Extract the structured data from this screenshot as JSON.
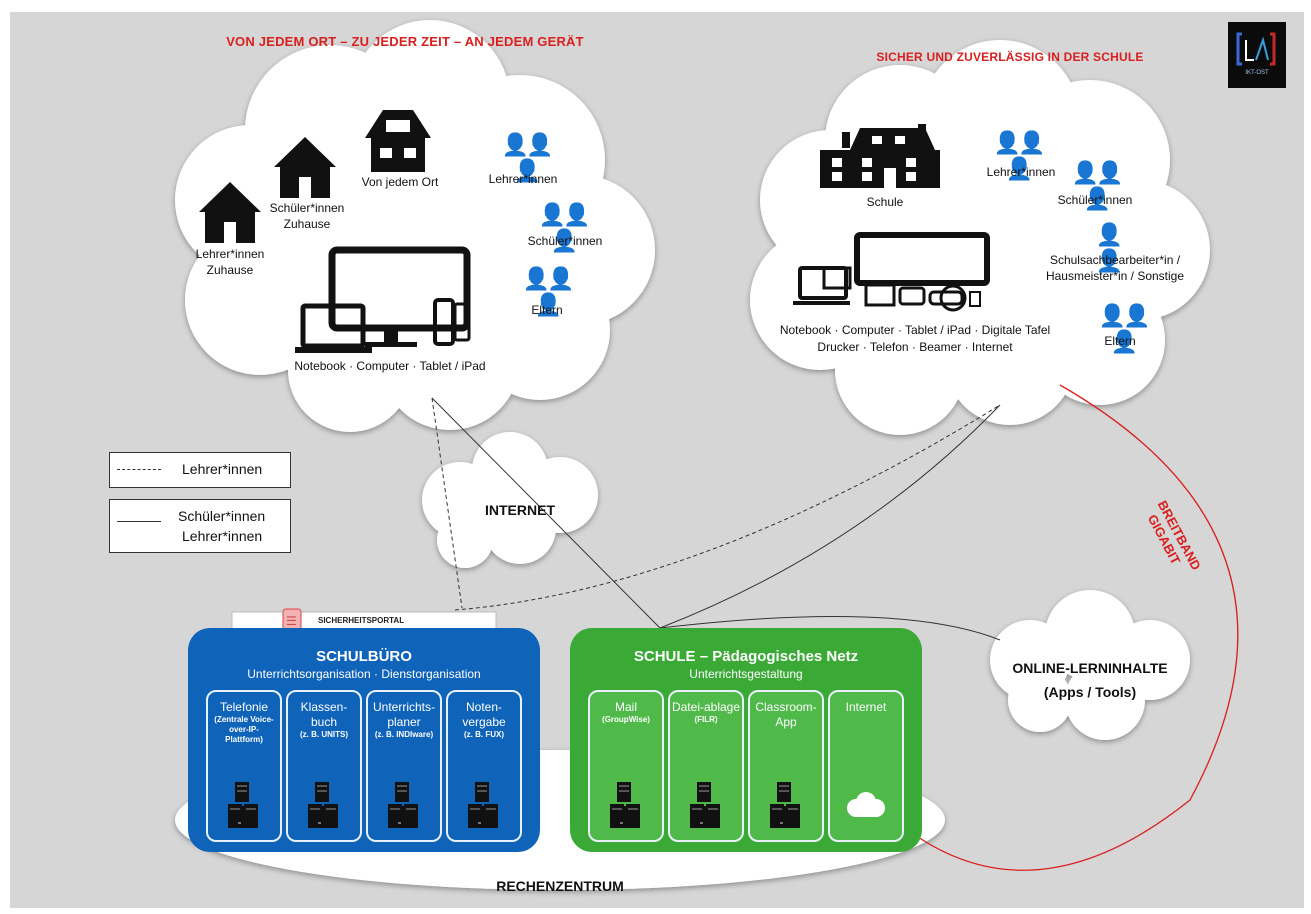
{
  "home_cloud": {
    "heading": "VON JEDEM ORT – ZU JEDER ZEIT – AN JEDEM GERÄT",
    "places": [
      "Lehrer*innen Zuhause",
      "Schüler*innen Zuhause",
      "Von jedem Ort"
    ],
    "people": [
      "Lehrer*innen",
      "Schüler*innen",
      "Eltern"
    ],
    "devices": "Notebook · Computer · Tablet / iPad"
  },
  "school_cloud": {
    "heading": "SICHER UND ZUVERLÄSSIG IN DER SCHULE",
    "building": "Schule",
    "people": [
      "Lehrer*innen",
      "Schüler*innen",
      "Schulsachbearbeiter*in / Hausmeister*in / Sonstige",
      "Eltern"
    ],
    "devices_line1": "Notebook · Computer · Tablet / iPad · Digitale Tafel",
    "devices_line2": "Drucker · Telefon · Beamer · Internet"
  },
  "internet": "INTERNET",
  "broadband": [
    "BREITBAND",
    "GIGABIT"
  ],
  "legend": {
    "dashed": "Lehrer*innen",
    "solid_1": "Schüler*innen",
    "solid_2": "Lehrer*innen"
  },
  "security_portal": "SICHERHEITSPORTAL",
  "schulbuero": {
    "title": "SCHULBÜRO",
    "subtitle": "Unterrichtsorganisation · Dienstorganisation",
    "tiles": [
      {
        "title": "Telefonie",
        "sub": "(Zentrale Voice-over-IP-Plattform)"
      },
      {
        "title": "Klassen-buch",
        "sub": "(z. B. UNITS)"
      },
      {
        "title": "Unterrichts-planer",
        "sub": "(z. B. INDIware)"
      },
      {
        "title": "Noten-vergabe",
        "sub": "(z. B. FUX)"
      }
    ]
  },
  "schule_netz": {
    "title": "SCHULE – Pädagogisches Netz",
    "subtitle": "Unterrichtsgestaltung",
    "tiles": [
      {
        "title": "Mail",
        "sub": "(GroupWise)"
      },
      {
        "title": "Datei-ablage",
        "sub": "(FILR)"
      },
      {
        "title": "Classroom-App",
        "sub": ""
      },
      {
        "title": "Internet",
        "sub": ""
      }
    ]
  },
  "online": {
    "line1": "ONLINE-LERNINHALTE",
    "line2": "(Apps / Tools)"
  },
  "rechenzentrum": "RECHENZENTRUM",
  "logo_text": "IKT-OST",
  "colors": {
    "red": "#d9201f",
    "blue": "#0f63b8",
    "green": "#3aa935",
    "background": "#d6d6d6"
  }
}
